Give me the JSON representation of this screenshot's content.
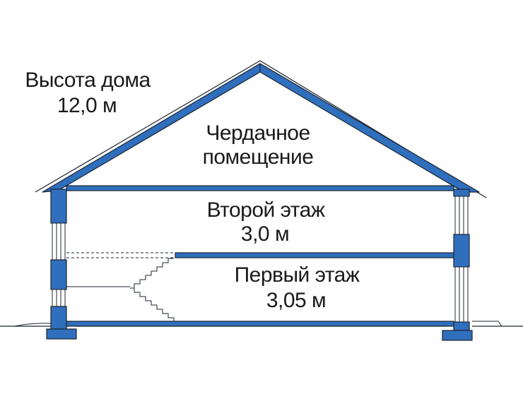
{
  "labels": {
    "house_height_title": "Высота дома",
    "house_height_value": "12,0 м",
    "attic_line1": "Чердачное",
    "attic_line2": "помещение",
    "second_floor_title": "Второй этаж",
    "second_floor_value": "3,0 м",
    "first_floor_title": "Первый этаж",
    "first_floor_value": "3,05 м"
  },
  "colors": {
    "structure_fill": "#2f6fbd",
    "outline": "#1c2530",
    "background": "#ffffff"
  }
}
